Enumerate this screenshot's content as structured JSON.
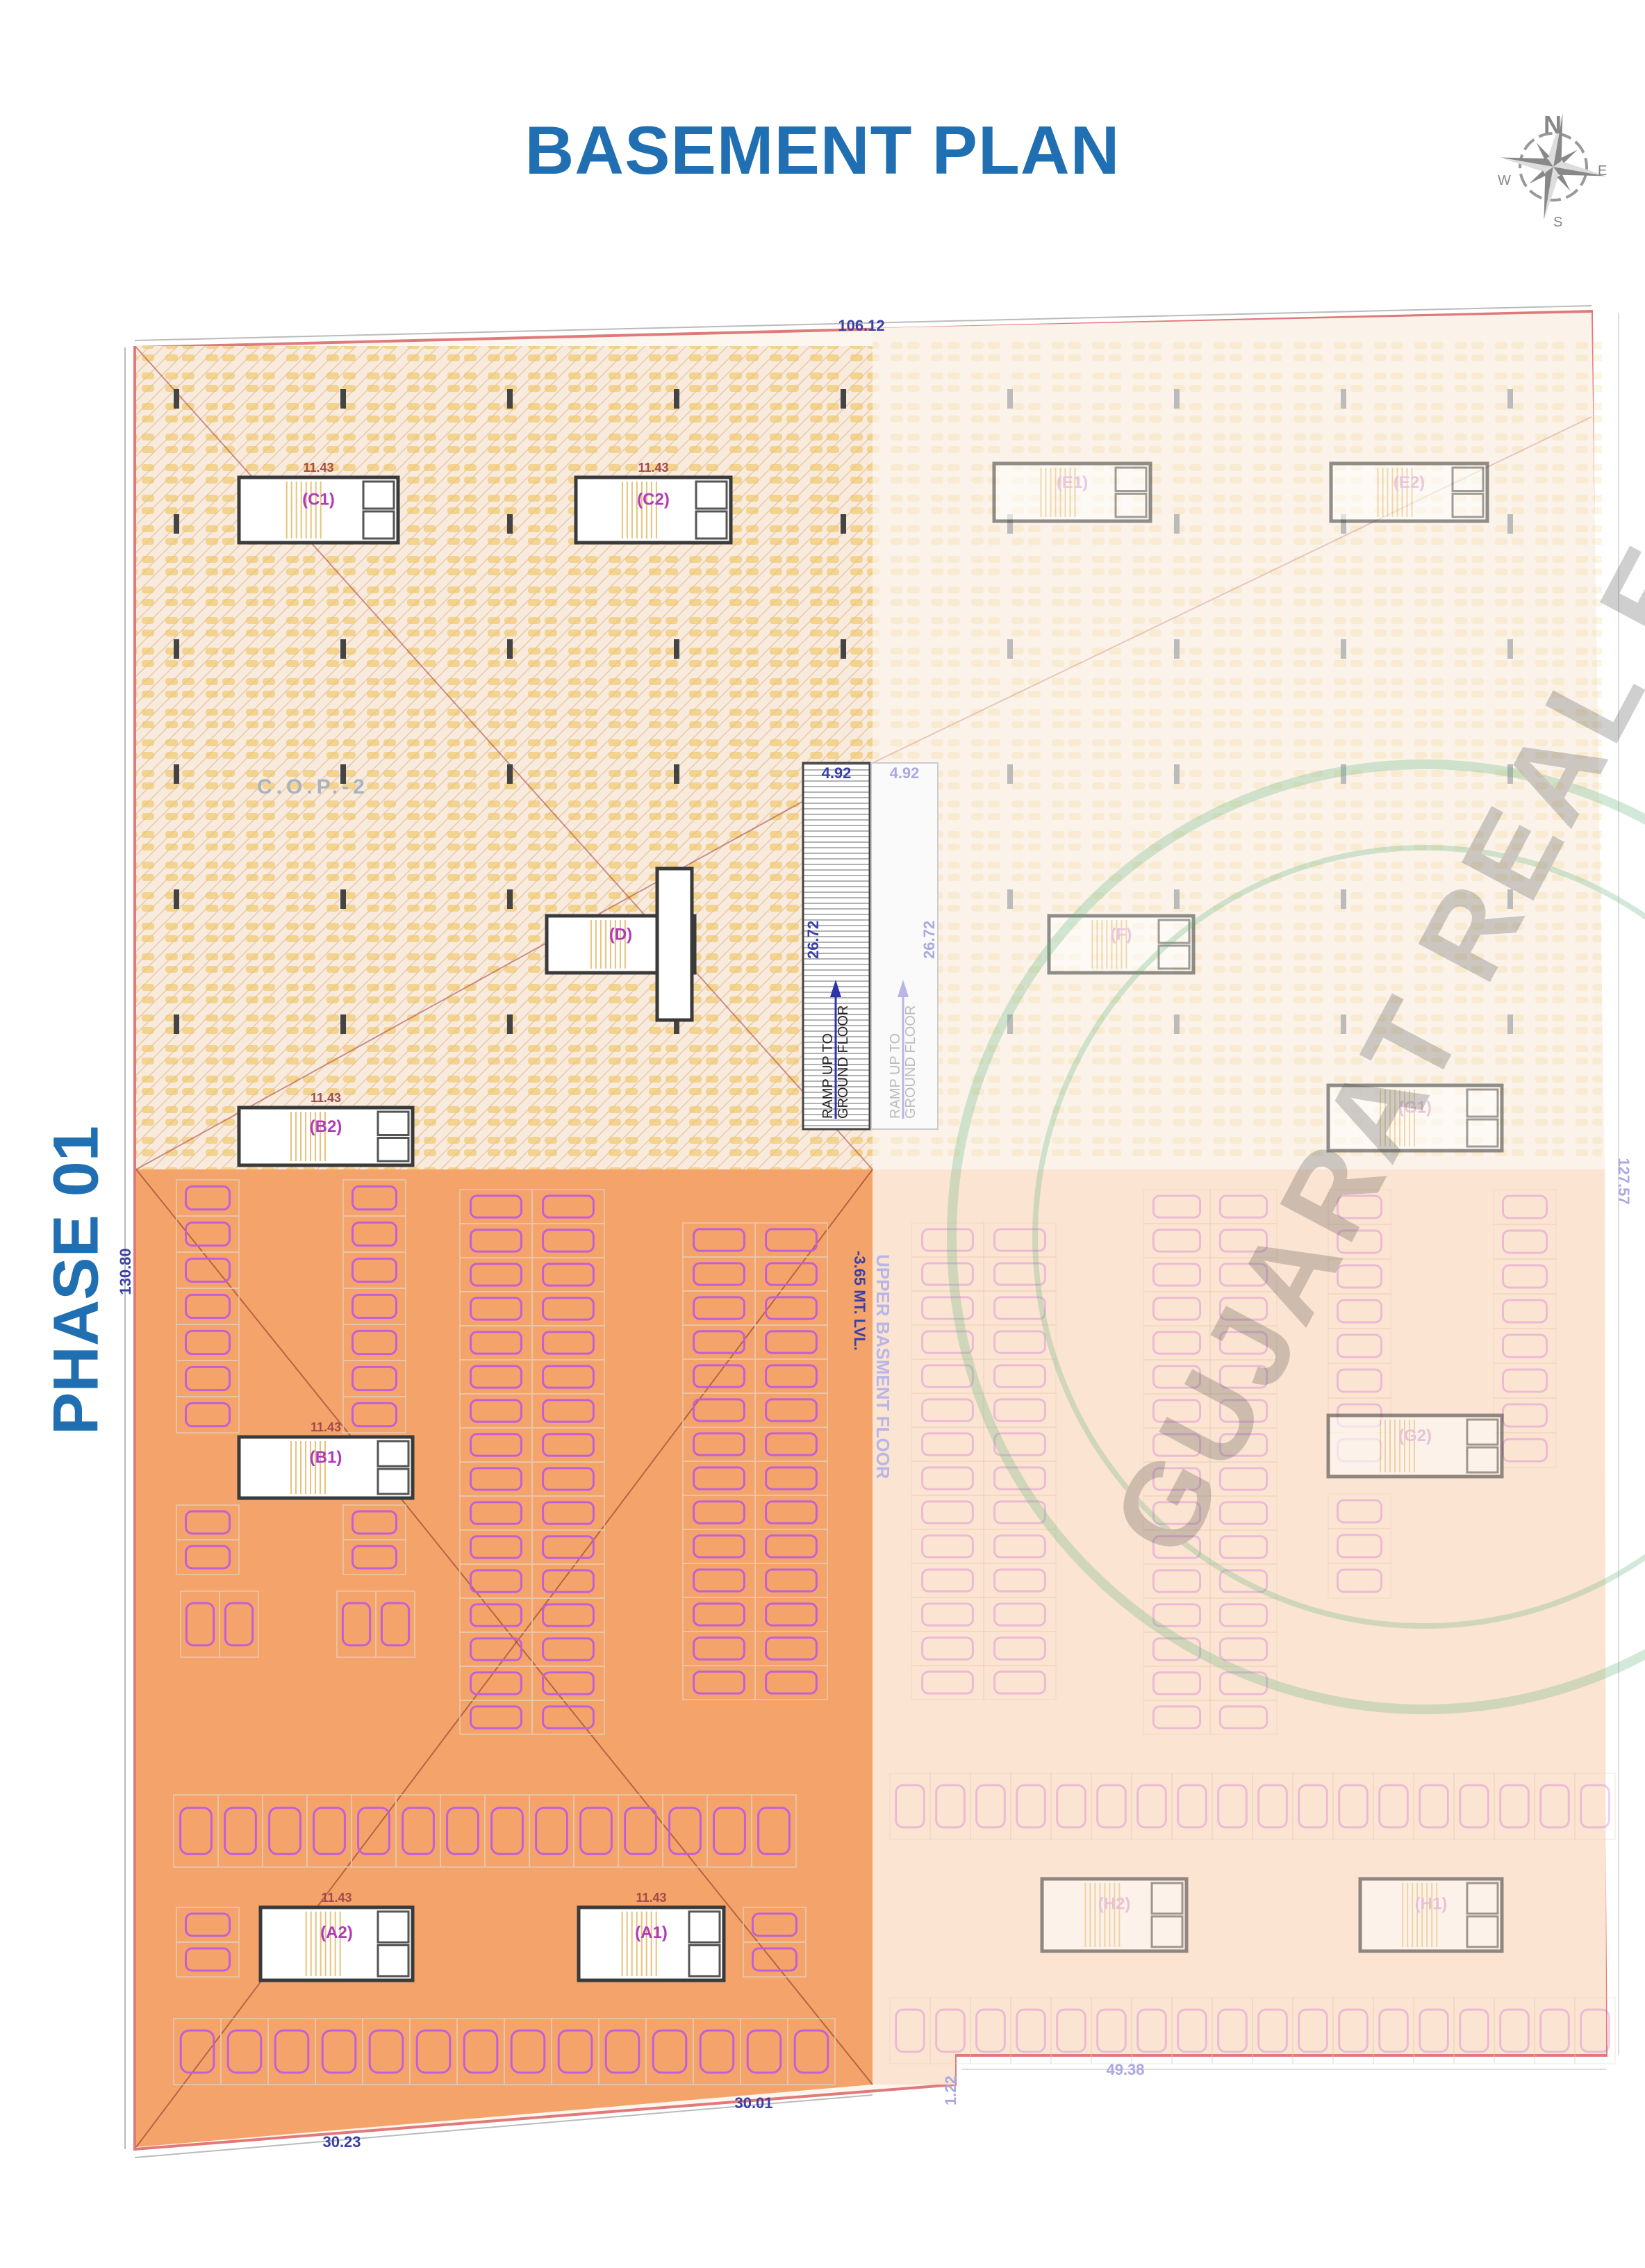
{
  "header": {
    "title": "BASEMENT PLAN",
    "phase_label": "PHASE 01"
  },
  "compass": {
    "n": "N",
    "e": "E",
    "s": "S",
    "w": "W"
  },
  "dimensions": {
    "top": "106.12",
    "left": "130.80",
    "right": "127.57",
    "bottom_left": "30.23",
    "bottom_mid": "30.01",
    "bottom_right": "49.38",
    "step": "1.22",
    "core_width": "11.43",
    "ramp_width": "4.92",
    "ramp_length": "26.72"
  },
  "labels": {
    "cop": "C.O.P.-2",
    "level": "-3.65 MT. LVL.",
    "upper_floor": "UPPER BASMENT FLOOR",
    "ramp_line1": "RAMP UP TO",
    "ramp_line2": "GROUND FLOOR"
  },
  "blocks": {
    "c1": "(C1)",
    "c2": "(C2)",
    "d": "(D)",
    "e1": "(E1)",
    "e2": "(E2)",
    "f": "(F)",
    "g1": "(G1)",
    "g2": "(G2)",
    "b1": "(B1)",
    "b2": "(B2)",
    "a1": "(A1)",
    "a2": "(A2)",
    "h1": "(H1)",
    "h2": "(H2)"
  },
  "watermark": "GUJARAT REAL ESTATE",
  "colors": {
    "title": "#1f6fb2",
    "phase1": "#f4a46a",
    "stall": "#c25fd6",
    "dim": "#3a3fa8"
  }
}
